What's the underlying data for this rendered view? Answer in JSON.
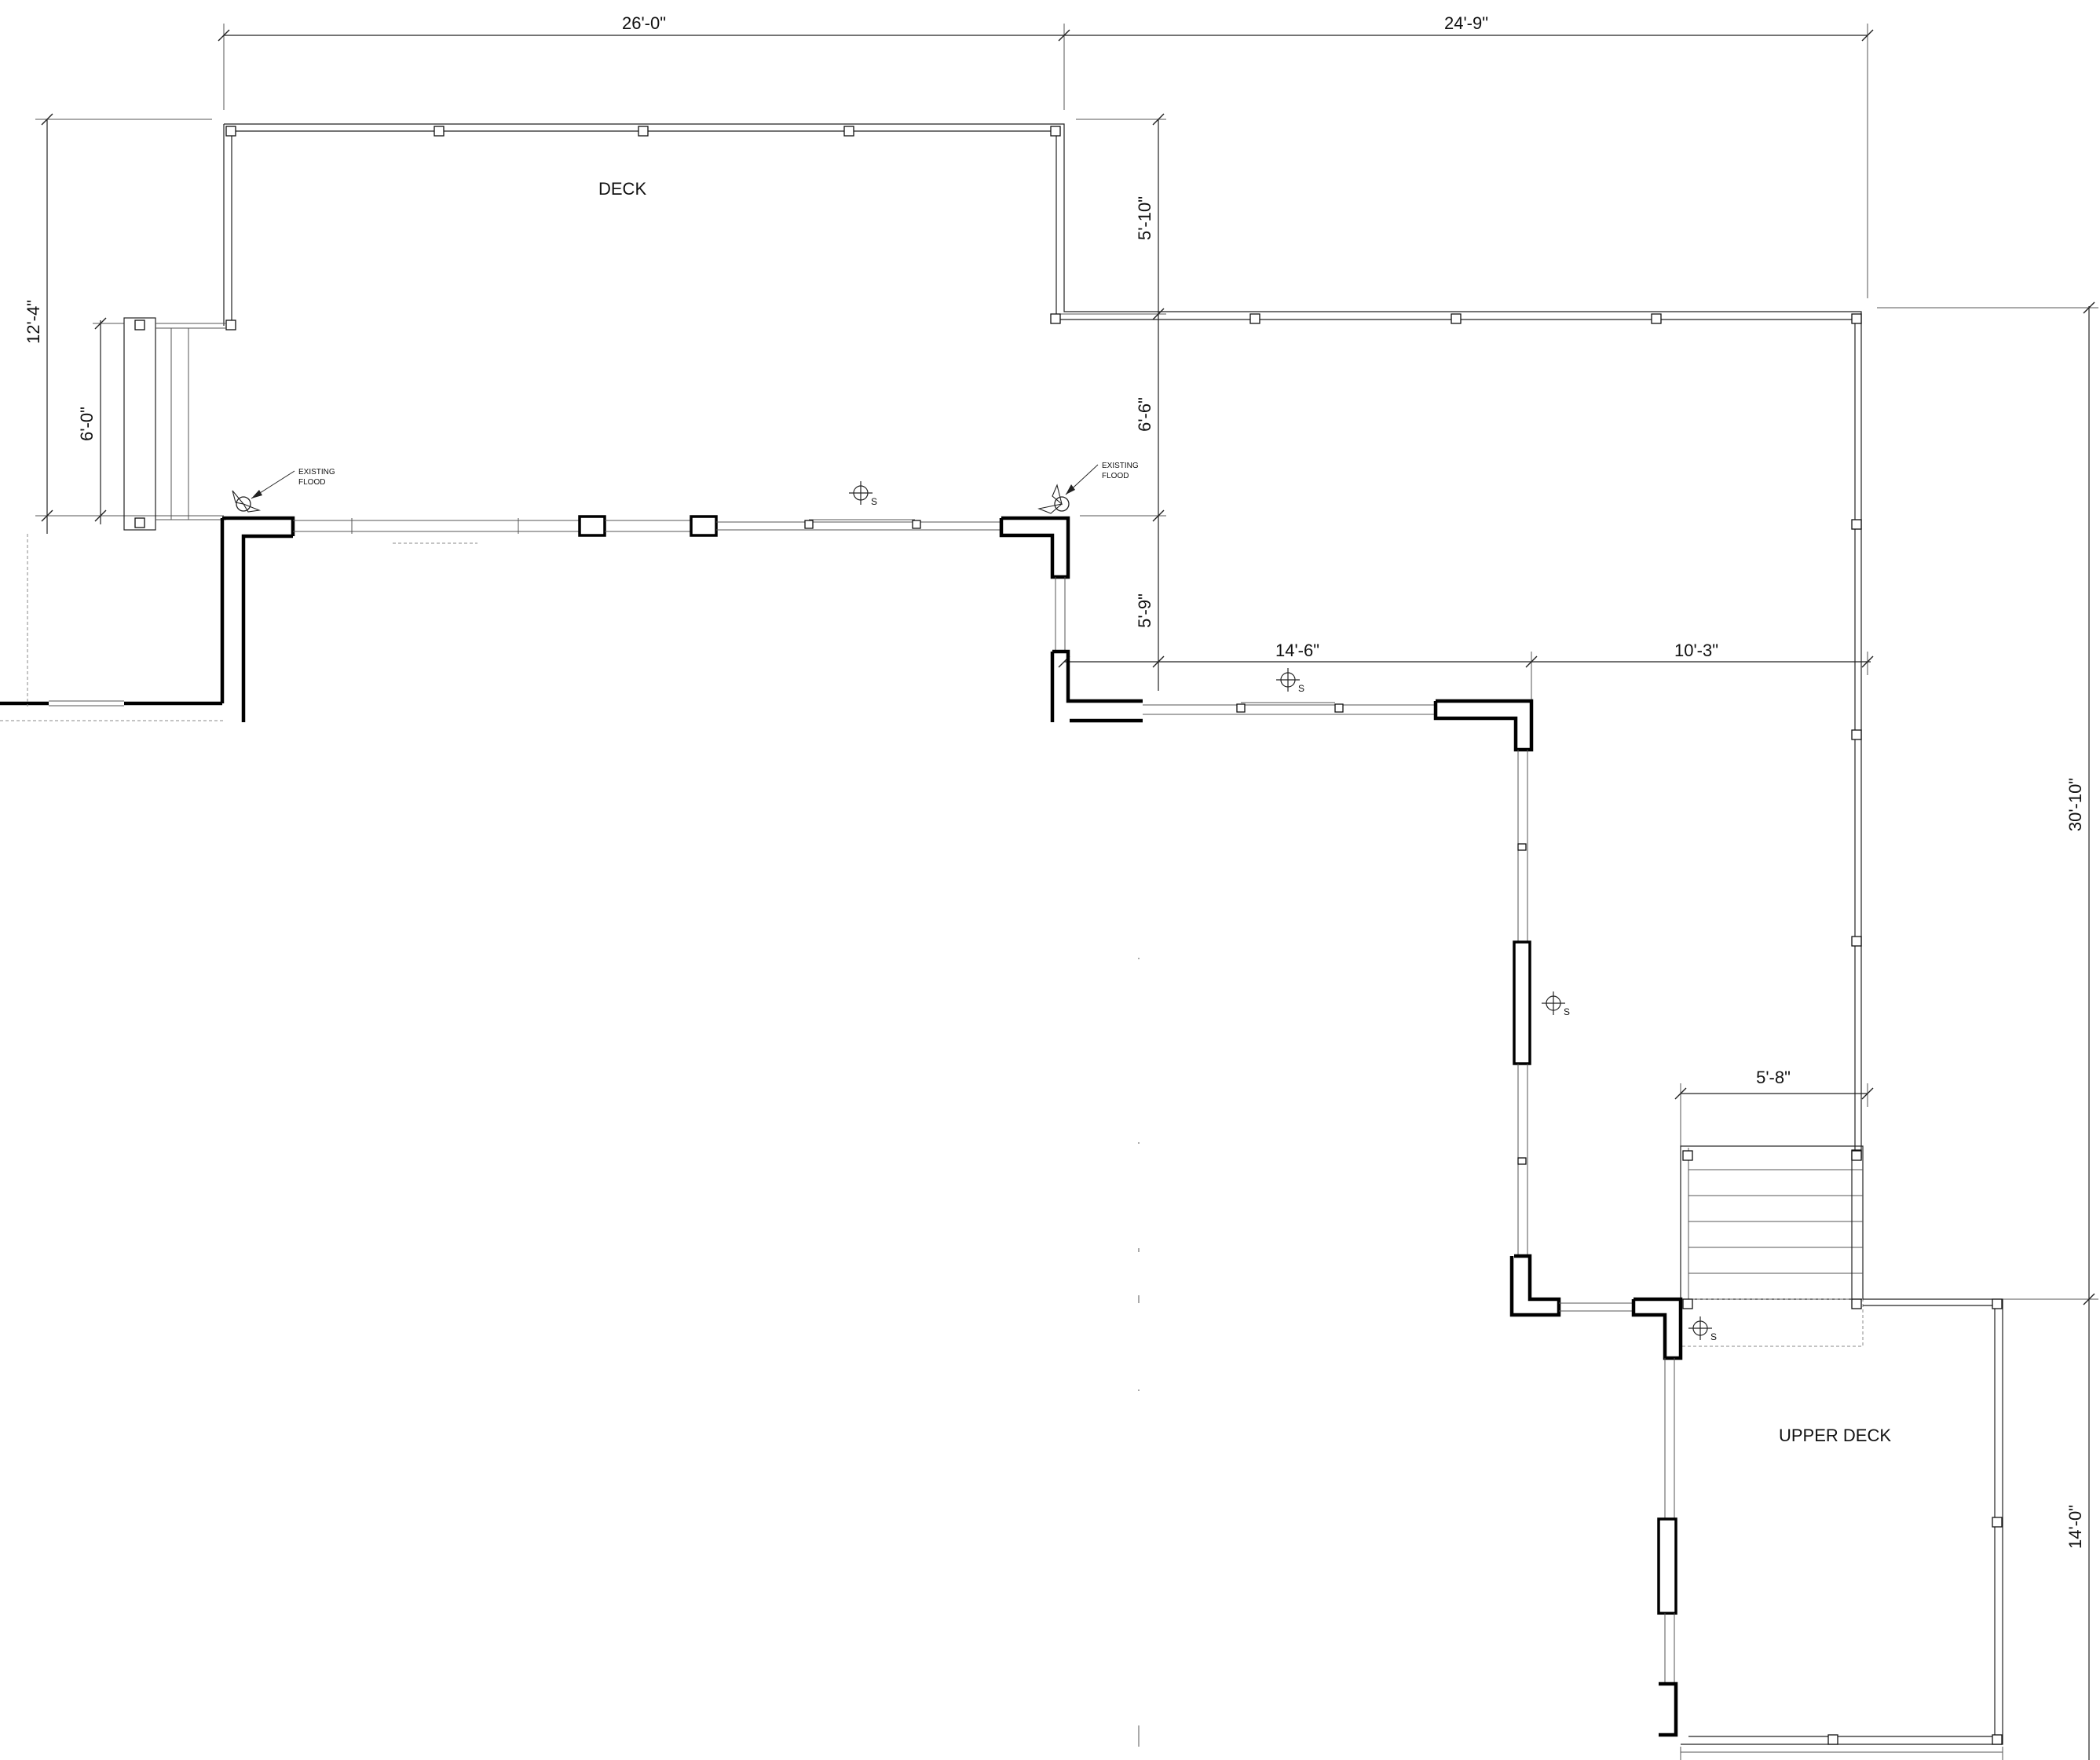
{
  "labels": {
    "deck": "DECK",
    "upper_deck": "UPPER DECK",
    "existing_flood_left_line1": "EXISTING",
    "existing_flood_left_line2": "FLOOD",
    "existing_flood_right_line1": "EXISTING",
    "existing_flood_right_line2": "FLOOD",
    "switch_symbol": "S"
  },
  "dimensions": {
    "top_left_span": "26'-0\"",
    "top_right_span": "24'-9\"",
    "deck_depth_left": "12'-4\"",
    "stair_width": "6'-0\"",
    "step_upper": "5'-10\"",
    "step_middle": "6'-6\"",
    "step_lower": "5'-9\"",
    "lower_wall_span": "14'-6\"",
    "lower_right_span": "10'-3\"",
    "stair_span": "5'-8\"",
    "right_total": "30'-10\"",
    "upper_deck_depth": "14'-0\""
  }
}
